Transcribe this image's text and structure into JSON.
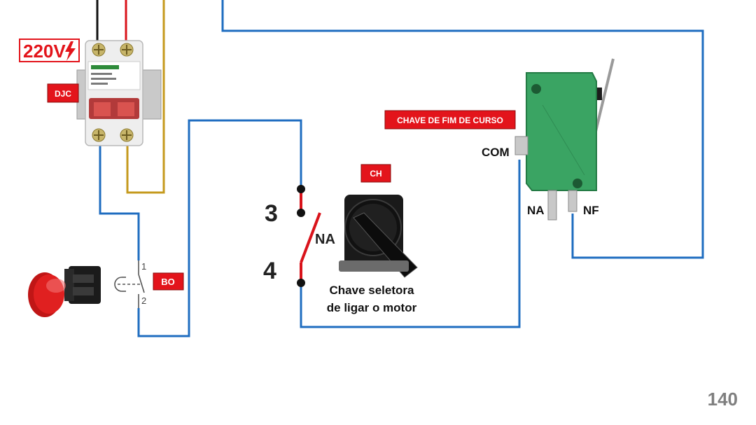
{
  "voltage": {
    "text": "220V"
  },
  "labels": {
    "djc": "DJC",
    "limit_switch": "CHAVE DE FIM DE CURSO",
    "ch": "CH",
    "bo": "BO",
    "com": "COM",
    "na_limit": "NA",
    "nf_limit": "NF",
    "terminal_3": "3",
    "terminal_4": "4",
    "na_contact": "NA",
    "bo_pin_1": "1",
    "bo_pin_2": "2",
    "selector_caption_line1": "Chave seletora",
    "selector_caption_line2": "de ligar o motor"
  },
  "page_number": "140",
  "colors": {
    "wire_blue": "#1f6dc0",
    "wire_red": "#d9131b",
    "wire_black": "#111111",
    "wire_gold": "#c59a1e",
    "tag_red": "#e3141b",
    "switch_green": "#3aa463",
    "page_number_gray": "#7f7f7f"
  }
}
